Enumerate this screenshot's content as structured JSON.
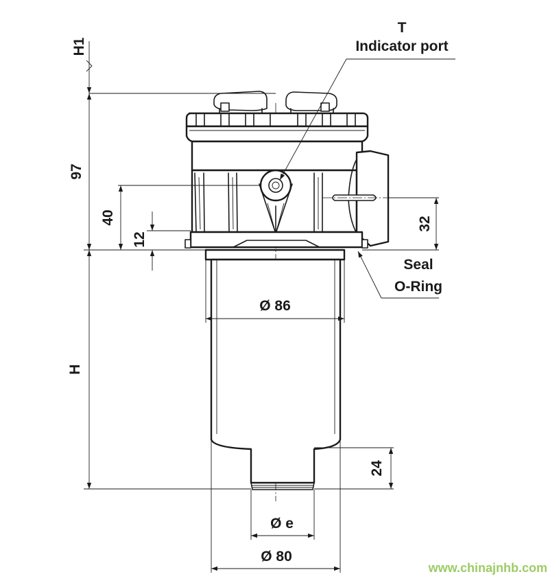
{
  "labels": {
    "t_marker": "T",
    "indicator_port": "Indicator port",
    "h1": "H1",
    "dim_97": "97",
    "dim_40": "40",
    "dim_12": "12",
    "dim_32": "32",
    "seal": "Seal",
    "o_ring": "O-Ring",
    "dia_86": "Ø 86",
    "h": "H",
    "dim_24": "24",
    "dia_e": "Ø e",
    "dia_80": "Ø 80"
  },
  "watermark": "www.chinajnhb.com",
  "colors": {
    "line": "#1a1a1a",
    "watermark": "#9ccc65",
    "background": "#ffffff"
  }
}
